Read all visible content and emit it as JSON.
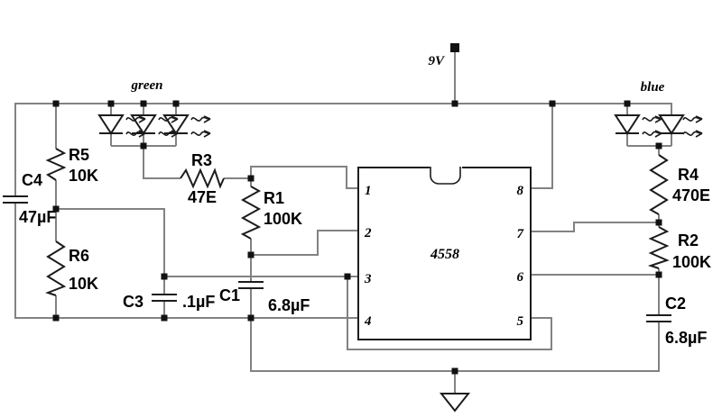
{
  "diagram_type": "circuit schematic",
  "power": {
    "label": "9V"
  },
  "ic": {
    "part": "4558",
    "pins": [
      "1",
      "2",
      "3",
      "4",
      "5",
      "6",
      "7",
      "8"
    ]
  },
  "leds": {
    "green": {
      "label": "green",
      "count": 3
    },
    "blue": {
      "label": "blue",
      "count": 2
    }
  },
  "r": {
    "r1": {
      "ref": "R1",
      "val": "100K"
    },
    "r2": {
      "ref": "R2",
      "val": "100K"
    },
    "r3": {
      "ref": "R3",
      "val": "47E"
    },
    "r4": {
      "ref": "R4",
      "val": "470E"
    },
    "r5": {
      "ref": "R5",
      "val": "10K"
    },
    "r6": {
      "ref": "R6",
      "val": "10K"
    }
  },
  "c": {
    "c1": {
      "ref": "C1",
      "val": "6.8µF"
    },
    "c2": {
      "ref": "C2",
      "val": "6.8µF"
    },
    "c3": {
      "ref": "C3",
      "val": ".1µF"
    },
    "c4": {
      "ref": "C4",
      "val": "47µF"
    }
  },
  "colors": {
    "ic_fill": "#FBFAC6",
    "wire": "#828282",
    "ink": "#1c1c1c",
    "background": "#ffffff"
  }
}
